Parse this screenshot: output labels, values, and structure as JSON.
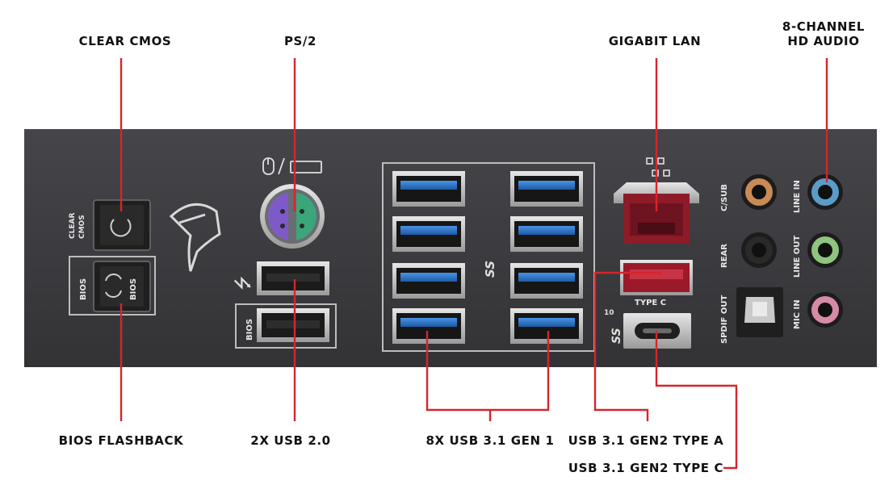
{
  "callouts": {
    "clear_cmos": "CLEAR CMOS",
    "ps2": "PS/2",
    "gigabit_lan": "GIGABIT LAN",
    "audio_line1": "8-CHANNEL",
    "audio_line2": "HD AUDIO",
    "bios_flashback": "BIOS FLASHBACK",
    "usb20": "2X USB 2.0",
    "usb31gen1": "8X USB 3.1 GEN 1",
    "usb31gen2a": "USB 3.1 GEN2 TYPE A",
    "usb31gen2c": "USB 3.1 GEN2 TYPE C"
  },
  "panel": {
    "clear_label_1": "CLEAR",
    "clear_label_2": "CMOS",
    "bios_left": "BIOS",
    "bios_button": "BIOS",
    "bios_usb": "BIOS",
    "type_c": "TYPE C",
    "ss_label": "SS",
    "ss10_label": "SS",
    "ss10_sup": "10",
    "audio_csub": "C/SUB",
    "audio_rear": "REAR",
    "audio_spdif": "SPDIF OUT",
    "audio_line_in": "LINE IN",
    "audio_line_out": "LINE OUT",
    "audio_mic_in": "MIC IN"
  },
  "colors": {
    "leader": "#d7252a",
    "panel": "#3a3a3d",
    "usb3_blue": "#2a74c9",
    "lan_red": "#8e1b28",
    "jack_orange": "#c98b54",
    "jack_blue": "#5a9cc8",
    "jack_green": "#8fc47e",
    "jack_pink": "#d78aa5"
  }
}
